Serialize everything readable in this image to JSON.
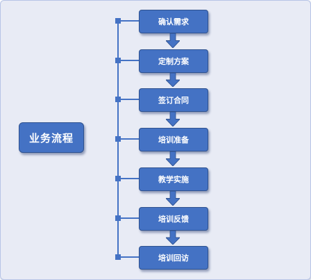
{
  "diagram": {
    "main_label": "业务流程",
    "steps": [
      {
        "label": "确认需求"
      },
      {
        "label": "定制方案"
      },
      {
        "label": "签订合同"
      },
      {
        "label": "培训准备"
      },
      {
        "label": "教学实施"
      },
      {
        "label": "培训反馈"
      },
      {
        "label": "培训回访"
      }
    ]
  },
  "colors": {
    "box_fill": "#4472c4",
    "box_border": "#2f528f",
    "background": "#e8ebf5",
    "text": "#ffffff"
  }
}
